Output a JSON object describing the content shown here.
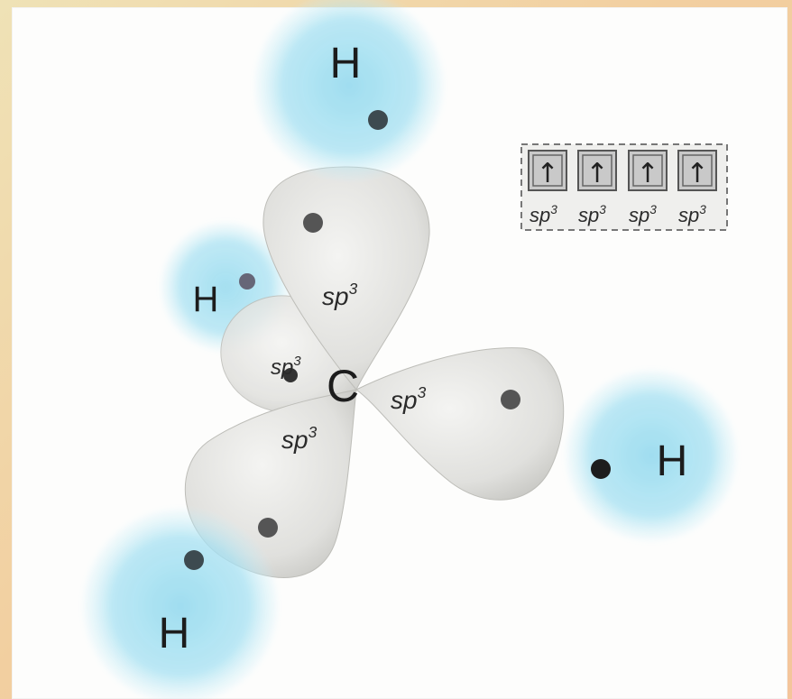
{
  "diagram": {
    "central_atom": "C",
    "hydrogens": [
      "H",
      "H",
      "H",
      "H"
    ],
    "orbital_labels": [
      {
        "base": "sp",
        "exp": "3"
      },
      {
        "base": "sp",
        "exp": "3"
      },
      {
        "base": "sp",
        "exp": "3"
      },
      {
        "base": "sp",
        "exp": "3"
      }
    ],
    "orbital_box": {
      "arrow_glyph": "↑",
      "labels": [
        {
          "base": "sp",
          "exp": "3"
        },
        {
          "base": "sp",
          "exp": "3"
        },
        {
          "base": "sp",
          "exp": "3"
        },
        {
          "base": "sp",
          "exp": "3"
        }
      ]
    },
    "colors": {
      "hydrogen_glow": "#a9e3f2",
      "hydrogen_core": "#8fd7ec",
      "lobe": "#e3e3e1",
      "electron_dot": "#3b3b3b",
      "box_fill": "#c9c9c9"
    }
  }
}
